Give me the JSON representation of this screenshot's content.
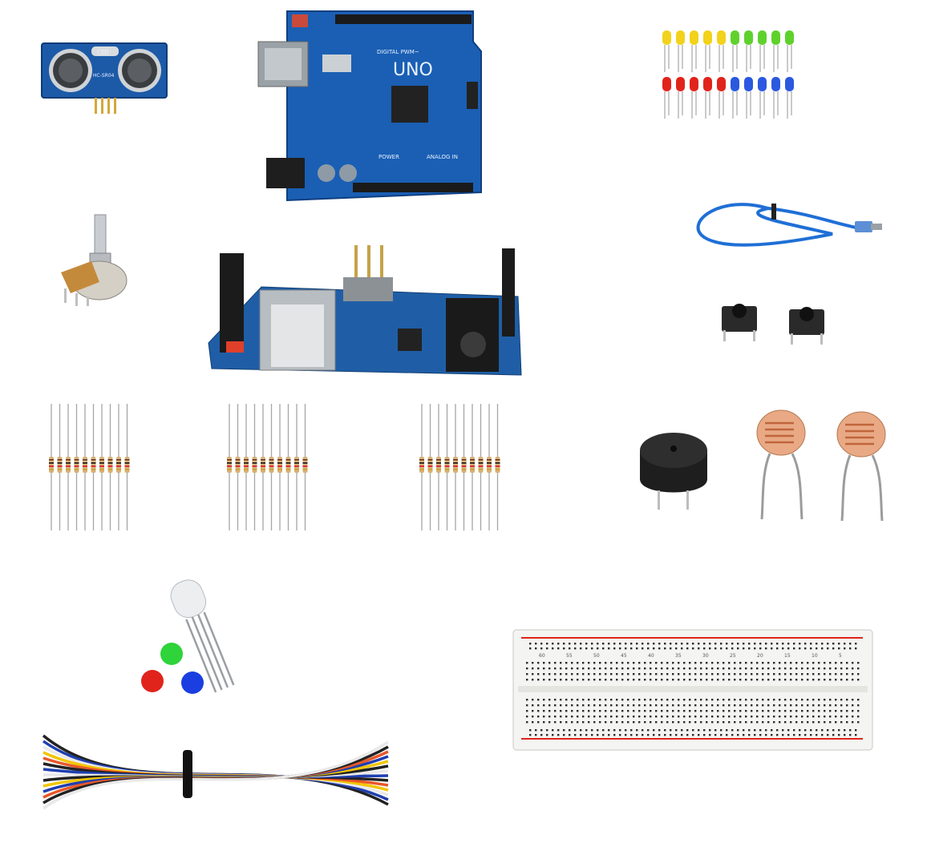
{
  "components": {
    "ultrasonic": {
      "crystal_label": "CDD",
      "model_label": "HC-SR04"
    },
    "uno_board": {
      "brand_label": "UNO",
      "digital_label": "DIGITAL PWM~",
      "power_label": "POWER",
      "analog_label": "ANALOG IN"
    },
    "breadboard": {
      "col_numbers": [
        "60",
        "55",
        "50",
        "45",
        "40",
        "35",
        "30",
        "25",
        "20",
        "15",
        "10",
        "5"
      ]
    }
  },
  "colors": {
    "pcb_blue": "#1a5fb4",
    "led_yellow": "#f2d21b",
    "led_green": "#5fd12c",
    "led_red": "#e0241b",
    "led_blue": "#2a59e0",
    "cable_blue": "#1f6fd6",
    "resistor_body": "#d8b07a",
    "ldr_body": "#e9a985",
    "buzzer": "#1e1e1e"
  },
  "counts": {
    "leds_per_row": 10,
    "resistors_per_group": 10
  },
  "icons": [
    "ultrasonic-sensor",
    "arduino-uno-board",
    "led-set",
    "potentiometer",
    "arduino-board-side",
    "usb-cable",
    "push-button",
    "resistor-pack",
    "buzzer",
    "photoresistor",
    "rgb-led",
    "jumper-wires",
    "breadboard"
  ]
}
